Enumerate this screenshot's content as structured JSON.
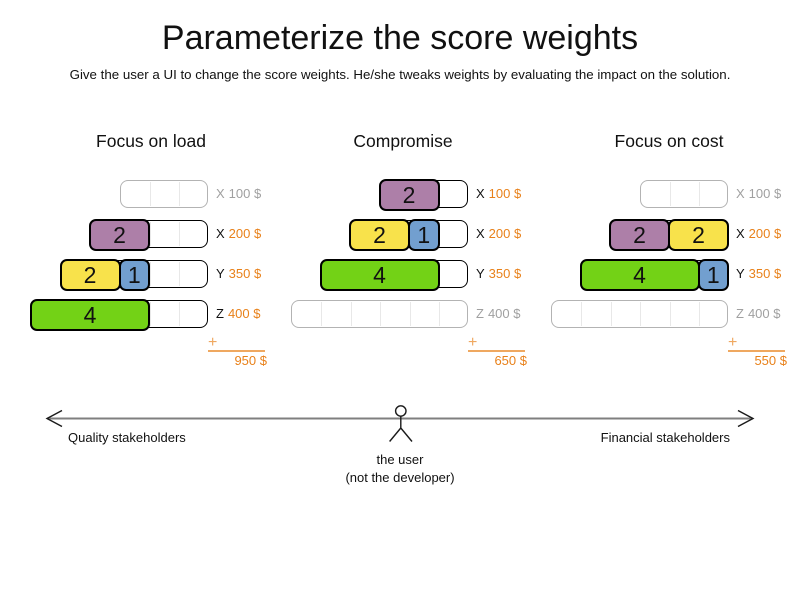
{
  "title": "Parameterize the score weights",
  "subtitle": "Give the user a UI to change the score weights. He/she tweaks weights by evaluating the impact on the solution.",
  "colors": {
    "purple": "#ad7fa8",
    "yellow": "#f8e24b",
    "blue": "#729fcf",
    "green": "#73d216",
    "orange_text": "#e8811a",
    "orange_light": "#efa860",
    "gray_text": "#a0a0a0",
    "gray_border": "#b3b3b3",
    "grid_line": "#e8e8e8",
    "axis_line": "#7f7f7f"
  },
  "panels": [
    {
      "title": "Focus on load",
      "plus": "+",
      "total": "950 $",
      "rows": [
        {
          "capacity": 3,
          "letter": "X",
          "price": "100 $",
          "used": false,
          "blocks": []
        },
        {
          "capacity": 4,
          "letter": "X",
          "price": "200 $",
          "used": true,
          "blocks": [
            {
              "value": "2",
              "units": 2,
              "color": "purple"
            }
          ]
        },
        {
          "capacity": 5,
          "letter": "Y",
          "price": "350 $",
          "used": true,
          "blocks": [
            {
              "value": "2",
              "units": 2,
              "color": "yellow"
            },
            {
              "value": "1",
              "units": 1,
              "color": "blue"
            }
          ]
        },
        {
          "capacity": 6,
          "letter": "Z",
          "price": "400 $",
          "used": true,
          "blocks": [
            {
              "value": "4",
              "units": 4,
              "color": "green"
            }
          ]
        }
      ]
    },
    {
      "title": "Compromise",
      "plus": "+",
      "total": "650 $",
      "rows": [
        {
          "capacity": 3,
          "letter": "X",
          "price": "100 $",
          "used": true,
          "blocks": [
            {
              "value": "2",
              "units": 2,
              "color": "purple"
            }
          ]
        },
        {
          "capacity": 4,
          "letter": "X",
          "price": "200 $",
          "used": true,
          "blocks": [
            {
              "value": "2",
              "units": 2,
              "color": "yellow"
            },
            {
              "value": "1",
              "units": 1,
              "color": "blue"
            }
          ]
        },
        {
          "capacity": 5,
          "letter": "Y",
          "price": "350 $",
          "used": true,
          "blocks": [
            {
              "value": "4",
              "units": 4,
              "color": "green"
            }
          ]
        },
        {
          "capacity": 6,
          "letter": "Z",
          "price": "400 $",
          "used": false,
          "blocks": []
        }
      ]
    },
    {
      "title": "Focus on cost",
      "plus": "+",
      "total": "550 $",
      "rows": [
        {
          "capacity": 3,
          "letter": "X",
          "price": "100 $",
          "used": false,
          "blocks": []
        },
        {
          "capacity": 4,
          "letter": "X",
          "price": "200 $",
          "used": true,
          "blocks": [
            {
              "value": "2",
              "units": 2,
              "color": "purple"
            },
            {
              "value": "2",
              "units": 2,
              "color": "yellow"
            }
          ]
        },
        {
          "capacity": 5,
          "letter": "Y",
          "price": "350 $",
          "used": true,
          "blocks": [
            {
              "value": "4",
              "units": 4,
              "color": "green"
            },
            {
              "value": "1",
              "units": 1,
              "color": "blue"
            }
          ]
        },
        {
          "capacity": 6,
          "letter": "Z",
          "price": "400 $",
          "used": false,
          "blocks": []
        }
      ]
    }
  ],
  "axis": {
    "left_label": "Quality stakeholders",
    "right_label": "Financial stakeholders",
    "user_line1": "the user",
    "user_line2": "(not the developer)"
  }
}
